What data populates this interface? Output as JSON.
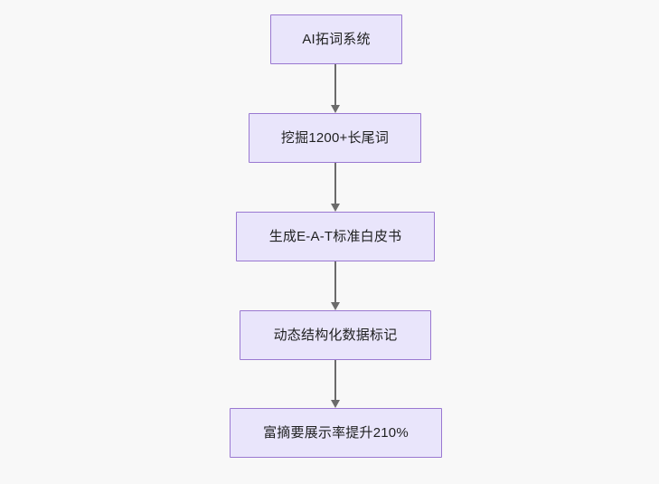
{
  "diagram": {
    "type": "flowchart",
    "direction": "top-to-bottom",
    "background_color": "#f8f8f8",
    "node_fill_color": "#e9e5fb",
    "node_border_color": "#9a78d1",
    "node_text_color": "#1f2020",
    "edge_color": "#6b6b6b",
    "nodes": [
      {
        "id": "n1",
        "label": "AI拓词系统"
      },
      {
        "id": "n2",
        "label": "挖掘1200+长尾词"
      },
      {
        "id": "n3",
        "label": "生成E-A-T标准白皮书"
      },
      {
        "id": "n4",
        "label": "动态结构化数据标记"
      },
      {
        "id": "n5",
        "label": "富摘要展示率提升210%"
      }
    ],
    "edges": [
      {
        "from": "n1",
        "to": "n2",
        "arrow": "arrow-down-icon"
      },
      {
        "from": "n2",
        "to": "n3",
        "arrow": "arrow-down-icon"
      },
      {
        "from": "n3",
        "to": "n4",
        "arrow": "arrow-down-icon"
      },
      {
        "from": "n4",
        "to": "n5",
        "arrow": "arrow-down-icon"
      }
    ]
  }
}
